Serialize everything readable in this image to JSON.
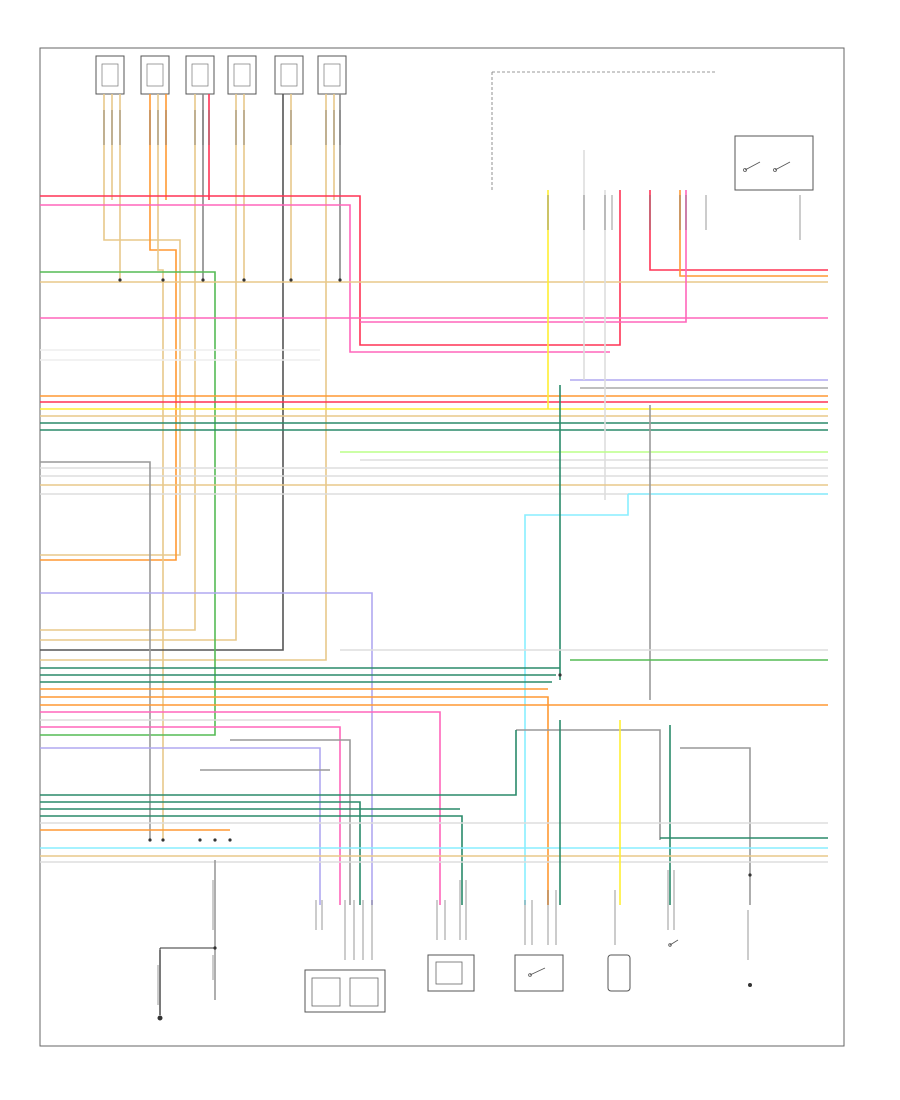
{
  "colors": {
    "pink": "#ff66bb",
    "red": "#ff3355",
    "orange": "#ff9933",
    "tan": "#e8c88a",
    "yellow": "#ffee33",
    "green": "#55bb55",
    "dark_green": "#2a8a6a",
    "violet": "#b0a8f0",
    "gray": "#999999",
    "black": "#333333",
    "light_blue": "#88eeff",
    "light_green": "#bbff88",
    "white": "#dddddd"
  },
  "components": [
    {
      "id": "top-connector-1",
      "icon": "connector-icon"
    },
    {
      "id": "top-connector-2",
      "icon": "connector-icon"
    },
    {
      "id": "top-connector-3",
      "icon": "connector-icon"
    },
    {
      "id": "top-connector-4",
      "icon": "connector-icon"
    },
    {
      "id": "top-connector-5",
      "icon": "connector-icon"
    },
    {
      "id": "top-connector-6",
      "icon": "connector-icon"
    },
    {
      "id": "bottom-sensor-1",
      "icon": "ground-icon"
    },
    {
      "id": "bottom-sensor-2",
      "icon": "sensor-icon"
    },
    {
      "id": "bottom-sensor-3",
      "icon": "sensor-icon"
    },
    {
      "id": "bottom-sensor-4",
      "icon": "switch-icon"
    },
    {
      "id": "bottom-sensor-5",
      "icon": "sensor-icon"
    },
    {
      "id": "bottom-sensor-6",
      "icon": "ground-icon"
    }
  ],
  "footer_code": ""
}
